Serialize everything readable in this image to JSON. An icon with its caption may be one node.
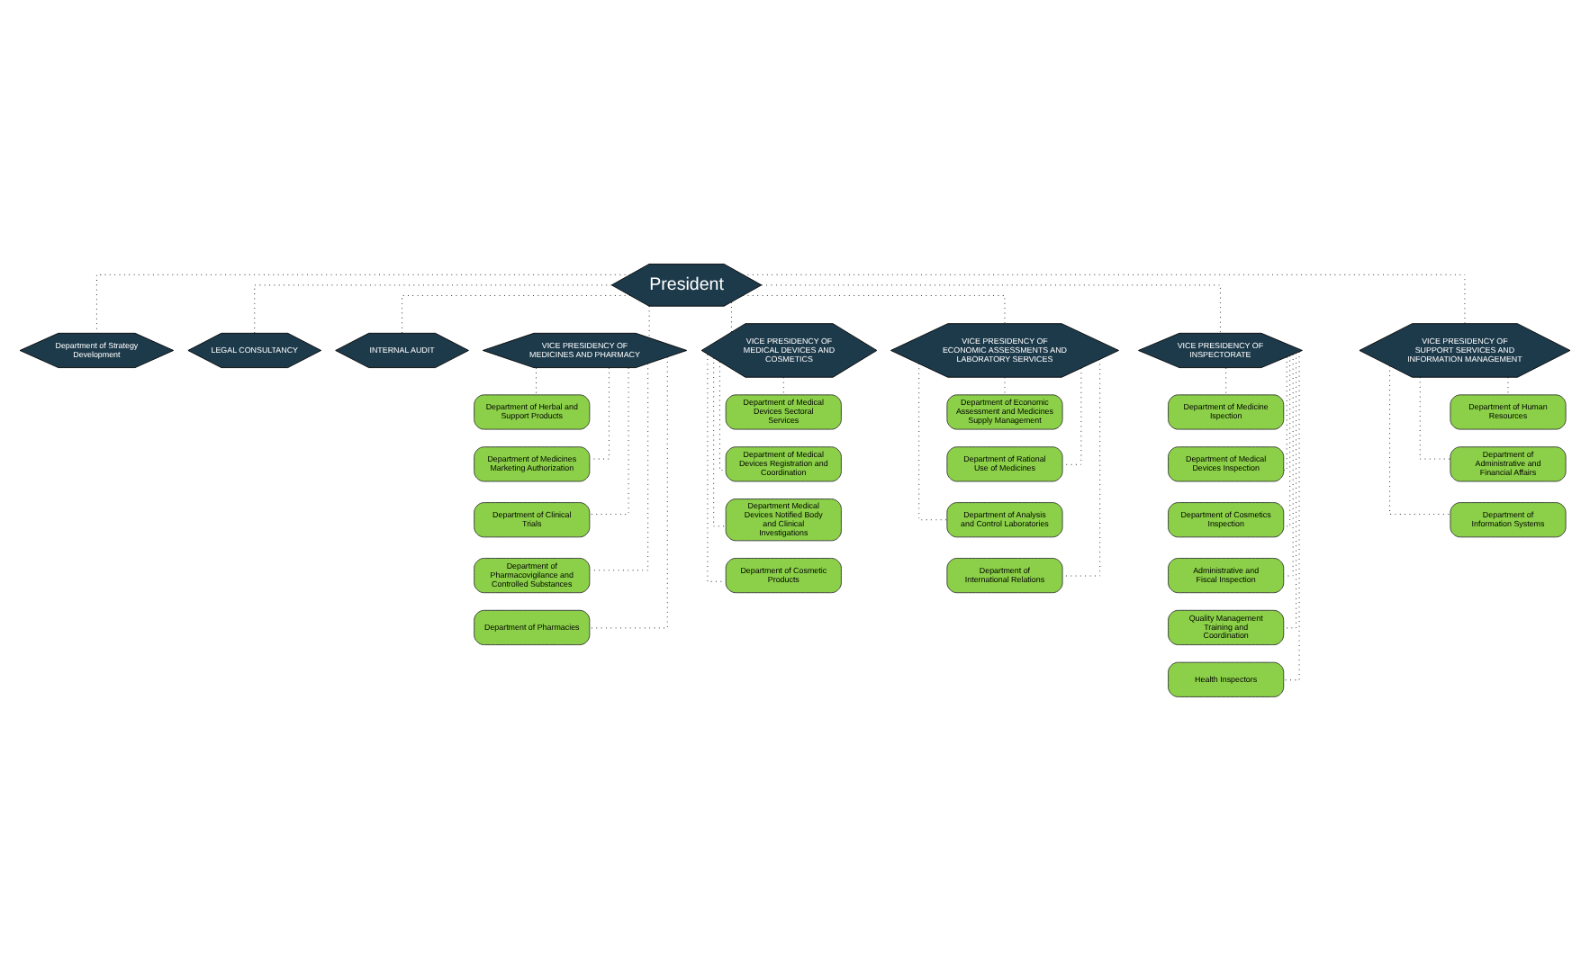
{
  "diagram": {
    "nodes": [
      {
        "text": [
          "President"
        ]
      },
      {
        "text": [
          "Department of Strategy Development"
        ]
      },
      {
        "text": [
          "LEGAL CONSULTANCY"
        ]
      },
      {
        "text": [
          "INTERNAL AUDIT"
        ]
      },
      {
        "text": [
          "VICE PRESIDENCY OF MEDICINES AND PHARMACY"
        ]
      },
      {
        "text": [
          "Department of Herbal and Support Products"
        ]
      },
      {
        "text": [
          "Department of Medicines Marketing Authorization"
        ]
      },
      {
        "text": [
          "Department of Clinical Trials"
        ]
      },
      {
        "text": [
          "Department of Pharmacovigilance and Controlled Substances"
        ]
      },
      {
        "text": [
          "Department of Pharmacies"
        ]
      },
      {
        "text": [
          "VICE PRESIDENCY OF MEDICAL DEVICES AND COSMETICS"
        ]
      },
      {
        "text": [
          "Department of Medical Devices Sectoral Services"
        ]
      },
      {
        "text": [
          "Department of Medical Devices Registration and Coordination"
        ]
      },
      {
        "text": [
          "Department Medical Devices Notified Body and Clinical Investigations"
        ]
      },
      {
        "text": [
          "Department of Cosmetic Products"
        ]
      },
      {
        "text": [
          "VICE PRESIDENCY OF ECONOMIC ASSESSMENTS AND LABORATORY SERVICES"
        ]
      },
      {
        "text": [
          "Department of Economic Assessment and Medicines Supply Management"
        ]
      },
      {
        "text": [
          "Department of Rational Use of Medicines"
        ]
      },
      {
        "text": [
          "Department of Analysis and Control Laboratories"
        ]
      },
      {
        "text": [
          "Department of International Relations"
        ]
      },
      {
        "text": [
          "VICE PRESIDENCY OF INSPECTORATE"
        ]
      },
      {
        "text": [
          "Department of Medicine Ispection"
        ]
      },
      {
        "text": [
          "Department of Medical Devices Inspection"
        ]
      },
      {
        "text": [
          "Department of Cosmetics Inspection"
        ]
      },
      {
        "text": [
          "Administrative and Fiscal Inspection"
        ]
      },
      {
        "text": [
          "Quality Management Training and Coordination"
        ]
      },
      {
        "text": [
          "Health Inspectors"
        ]
      },
      {
        "text": [
          "VICE PRESIDENCY OF SUPPORT SERVICES AND INFORMATION MANAGEMENT"
        ]
      },
      {
        "text": [
          "Department of Human Resources"
        ]
      },
      {
        "text": [
          "Department of Administrative and Financial Affairs"
        ]
      },
      {
        "text": [
          "Department of Information Systems"
        ]
      }
    ],
    "edges": [
      {
        "from": 0,
        "to": 1,
        "arrow": "none",
        "style": "dashed"
      },
      {
        "from": 0,
        "to": 2,
        "arrow": "none",
        "style": "dashed"
      },
      {
        "from": 0,
        "to": 3,
        "arrow": "none",
        "style": "dashed"
      },
      {
        "from": 0,
        "to": 4,
        "arrow": "none",
        "style": "dashed"
      },
      {
        "from": 0,
        "to": 10,
        "arrow": "none",
        "style": "dashed"
      },
      {
        "from": 0,
        "to": 15,
        "arrow": "none",
        "style": "dashed"
      },
      {
        "from": 0,
        "to": 20,
        "arrow": "none",
        "style": "dashed"
      },
      {
        "from": 0,
        "to": 27,
        "arrow": "none",
        "style": "dashed"
      },
      {
        "from": 4,
        "to": 5,
        "arrow": "none",
        "style": "dashed"
      },
      {
        "from": 4,
        "to": 6,
        "arrow": "none",
        "style": "dashed"
      },
      {
        "from": 4,
        "to": 7,
        "arrow": "none",
        "style": "dashed"
      },
      {
        "from": 4,
        "to": 8,
        "arrow": "none",
        "style": "dashed"
      },
      {
        "from": 4,
        "to": 9,
        "arrow": "none",
        "style": "dashed"
      },
      {
        "from": 10,
        "to": 11,
        "arrow": "none",
        "style": "dashed"
      },
      {
        "from": 10,
        "to": 12,
        "arrow": "none",
        "style": "dashed"
      },
      {
        "from": 10,
        "to": 13,
        "arrow": "none",
        "style": "dashed"
      },
      {
        "from": 10,
        "to": 14,
        "arrow": "none",
        "style": "dashed"
      },
      {
        "from": 15,
        "to": 16,
        "arrow": "none",
        "style": "dashed"
      },
      {
        "from": 15,
        "to": 17,
        "arrow": "none",
        "style": "dashed"
      },
      {
        "from": 15,
        "to": 18,
        "arrow": "none",
        "style": "dashed"
      },
      {
        "from": 15,
        "to": 19,
        "arrow": "none",
        "style": "dashed"
      },
      {
        "from": 20,
        "to": 21,
        "arrow": "none",
        "style": "dashed"
      },
      {
        "from": 20,
        "to": 22,
        "arrow": "none",
        "style": "dashed"
      },
      {
        "from": 20,
        "to": 23,
        "arrow": "none",
        "style": "dashed"
      },
      {
        "from": 20,
        "to": 24,
        "arrow": "none",
        "style": "dashed"
      },
      {
        "from": 20,
        "to": 25,
        "arrow": "none",
        "style": "dashed"
      },
      {
        "from": 20,
        "to": 26,
        "arrow": "none",
        "style": "dashed"
      },
      {
        "from": 27,
        "to": 28,
        "arrow": "none",
        "style": "dashed"
      },
      {
        "from": 27,
        "to": 29,
        "arrow": "none",
        "style": "dashed"
      },
      {
        "from": 27,
        "to": 30,
        "arrow": "none",
        "style": "dashed"
      }
    ]
  }
}
